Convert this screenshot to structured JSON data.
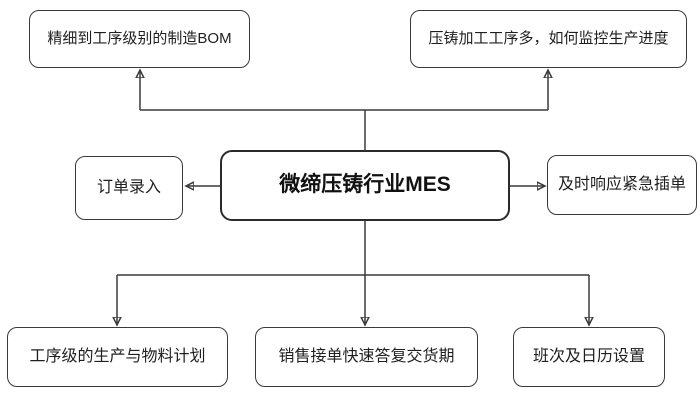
{
  "diagram": {
    "center_node": {
      "label": "微缔压铸行业MES"
    },
    "nodes": {
      "top_left": {
        "label": "精细到工序级别的制造BOM"
      },
      "top_right": {
        "label": "压铸加工工序多，如何监控生产进度"
      },
      "mid_left": {
        "label": "订单录入"
      },
      "mid_right": {
        "label": "及时响应紧急插单"
      },
      "bottom_left": {
        "label": "工序级的生产与物料计划"
      },
      "bottom_center": {
        "label": "销售接单快速答复交货期"
      },
      "bottom_right": {
        "label": "班次及日历设置"
      }
    },
    "colors": {
      "line": "#3a3a3a",
      "box_border": "#3a3a3a",
      "center_box_border": "#2b2b2b",
      "background": "#ffffff",
      "text": "#1f1f1f"
    }
  }
}
